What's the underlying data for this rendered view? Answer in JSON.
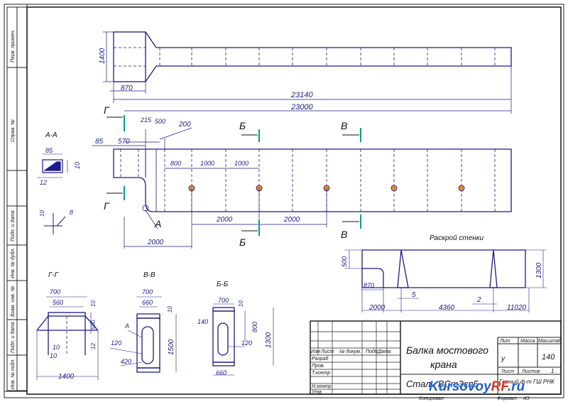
{
  "drawing": {
    "title_line1": "Балка мостового",
    "title_line2": "крана",
    "material": "Сталь ВСт3сп5",
    "scale": "140",
    "lit_label": "Лит",
    "mass_label": "Масса",
    "scale_label": "Масштаб",
    "sheet_label": "Лист",
    "sheets_label": "Листов",
    "sheets_count": "1",
    "lit_value": "у",
    "org": "Горный ф-т ГШ РНК",
    "format_label": "Формат",
    "format_value": "А3",
    "copied_label": "Копировал"
  },
  "stamp_rows": {
    "izm": "Изм",
    "list": "Лист",
    "doc": "№ докум.",
    "sign": "Подп.",
    "date": "Дата",
    "razrab": "Разраб",
    "prov": "Пров.",
    "tkontr": "Т.контр",
    "nkontr": "Н.контр",
    "utv": "Утв"
  },
  "side_stamp": [
    "Перв. примен.",
    "Справ. №",
    "Подп. и дата",
    "Инв. № дубл.",
    "Взам. инв. №",
    "Подп. и дата",
    "Инв. № подл."
  ],
  "dims": {
    "d1400": "1400",
    "d870": "870",
    "d23140": "23140",
    "d23000": "23000",
    "d215": "215",
    "d500": "500",
    "d200": "200",
    "d85": "85",
    "d570": "570",
    "d800": "800",
    "d1000a": "1000",
    "d1000b": "1000",
    "d2000a": "2000",
    "d2000b": "2000",
    "d2000c": "2000",
    "aa_85": "85",
    "aa_10": "10",
    "aa_12": "12",
    "det_10": "10",
    "det_8": "8"
  },
  "sections": {
    "aa": "А-А",
    "gg": "Г-Г",
    "vv": "В-В",
    "bb": "Б-Б",
    "mark_a": "А",
    "mark_b_top": "Б",
    "mark_b_bot": "Б",
    "mark_v_top": "В",
    "mark_v_bot": "В",
    "mark_g_top": "Г",
    "mark_g_bot": "Г"
  },
  "section_dims": {
    "gg_700": "700",
    "gg_560": "560",
    "gg_10": "10",
    "gg_500": "500",
    "gg_12": "12",
    "gg_10b": "10",
    "gg_10c": "10",
    "gg_1400": "1400",
    "vv_700": "700",
    "vv_660": "660",
    "vv_10": "10",
    "vv_a": "А",
    "vv_120": "120",
    "vv_420": "420",
    "vv_1500": "1500",
    "bb_700": "700",
    "bb_10": "10",
    "bb_140": "140",
    "bb_800": "800",
    "bb_120": "120",
    "bb_1300": "1300",
    "bb_660": "660"
  },
  "razkroy": {
    "title": "Раскрой стенки",
    "d500": "500",
    "d1300": "1300",
    "d870": "870",
    "d5": "5",
    "d2": "2",
    "d2000": "2000",
    "d4360": "4360",
    "d11020": "11020"
  },
  "watermark": {
    "part1": "Kursovoy",
    "part2": "RF",
    "part3": ".ru"
  },
  "colors": {
    "line": "#1a1a8c",
    "frame": "#222222",
    "section_mark": "#00a08a",
    "hole": "#e08a2a",
    "watermark_blue": "#1b5fd6",
    "watermark_red": "#e0301e"
  }
}
